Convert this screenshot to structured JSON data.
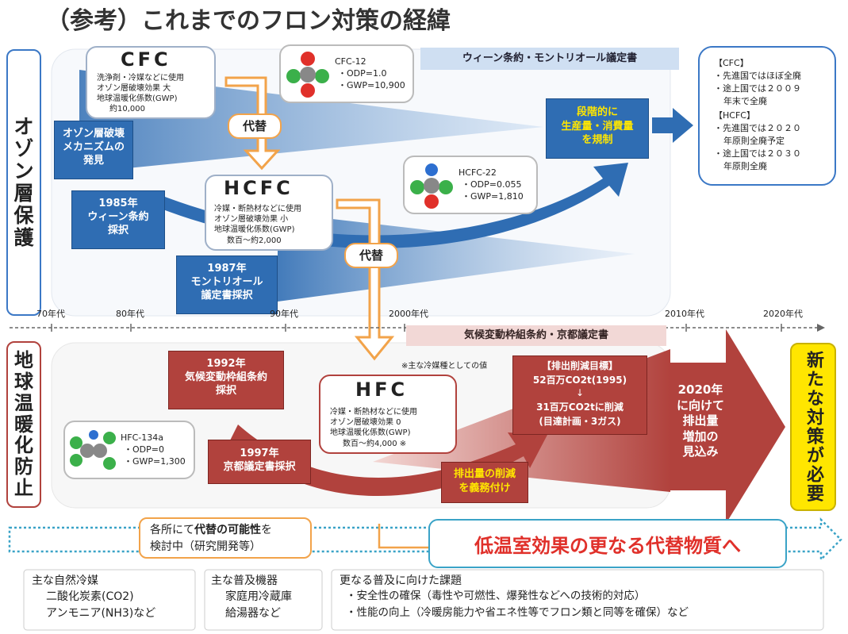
{
  "title": "（参考）これまでのフロン対策の経緯",
  "side_labels": {
    "ozone": [
      "オ",
      "ゾ",
      "ン",
      "層",
      "保",
      "護"
    ],
    "warming": [
      "地",
      "球",
      "温",
      "暖",
      "化",
      "防",
      "止"
    ]
  },
  "treaty_banner_top": "ウィーン条約・モントリオール議定書",
  "treaty_banner_bottom": "気候変動枠組条約・京都議定書",
  "cfc": {
    "name": "CFC",
    "desc": [
      "洗浄剤・冷媒などに使用",
      "オゾン層破壊効果 大",
      "地球温暖化係数(GWP)",
      "約10,000"
    ]
  },
  "cfc12": {
    "name": "CFC-12",
    "odp": "・ODP=1.0",
    "gwp": "・GWP=10,900"
  },
  "hcfc": {
    "name": "HCFC",
    "desc": [
      "冷媒・断熱材などに使用",
      "オゾン層破壊効果 小",
      "地球温暖化係数(GWP)",
      "数百～約2,000"
    ]
  },
  "hcfc22": {
    "name": "HCFC-22",
    "odp": "・ODP=0.055",
    "gwp": "・GWP=1,810"
  },
  "hfc": {
    "name": "HFC",
    "desc": [
      "冷媒・断熱材などに使用",
      "オゾン層破壊効果 0",
      "地球温暖化係数(GWP)",
      "数百～約4,000 ※"
    ]
  },
  "hfc134a": {
    "name": "HFC-134a",
    "odp": "・ODP=0",
    "gwp": "・GWP=1,300"
  },
  "substitute_label": "代替",
  "blue_events": {
    "mechanism": "オゾン層破壊\nメカニズムの\n発見",
    "vienna": "1985年\nウィーン条約\n採択",
    "montreal": "1987年\nモントリオール\n議定書採択"
  },
  "phase_out": "段階的に\n生産量・消費量\nを規制",
  "phase_out_result": {
    "cfc_header": "【CFC】",
    "cfc_lines": [
      "・先進国ではほぼ全廃",
      "・途上国では２００９",
      "年末で全廃"
    ],
    "hcfc_header": "【HCFC】",
    "hcfc_lines": [
      "・先進国では２０２０",
      "年原則全廃予定",
      "・途上国では２０３０",
      "年原則全廃"
    ]
  },
  "timeline": [
    "70年代",
    "80年代",
    "90年代",
    "2000年代",
    "2010年代",
    "2020年代"
  ],
  "red_events": {
    "unfccc": "1992年\n気候変動枠組条約\n採択",
    "kyoto": "1997年\n京都議定書採択"
  },
  "refrigerant_note": "※主な冷媒種としての値",
  "emission_target": {
    "header": "【排出削減目標】",
    "line1": "52百万CO2t(1995)",
    "arrow": "↓",
    "line2": "31百万CO2tに削減",
    "line3": "(目達計画・3ガス)"
  },
  "mandatory_reduction": "排出量の削減\nを義務付け",
  "emission_forecast": "2020年\nに向けて\n排出量\n増加の\n見込み",
  "new_measures": "新たな対策が必要",
  "research_note_pre": "各所にて",
  "research_note_bold": "代替の可能性",
  "research_note_post": "を",
  "research_note_line2": "検討中（研究開発等）",
  "low_gwp_goal": "低温室効果の更なる代替物質へ",
  "bottom": {
    "natural_title": "主な自然冷媒",
    "natural_items": [
      "二酸化炭素(CO2)",
      "アンモニア(NH3)など"
    ],
    "equipment_title": "主な普及機器",
    "equipment_items": [
      "家庭用冷蔵庫",
      "給湯器など"
    ],
    "issues_title": "更なる普及に向けた課題",
    "issues_items": [
      "・安全性の確保（毒性や可燃性、爆発性などへの技術的対応）",
      "・性能の向上（冷暖房能力や省エネ性等でフロン類と同等を確保）など"
    ]
  },
  "colors": {
    "blue": "#2f6db3",
    "red": "#b1423d",
    "orange": "#f2a34a",
    "yellow": "#ffe600",
    "goal_text": "#e0302a"
  }
}
